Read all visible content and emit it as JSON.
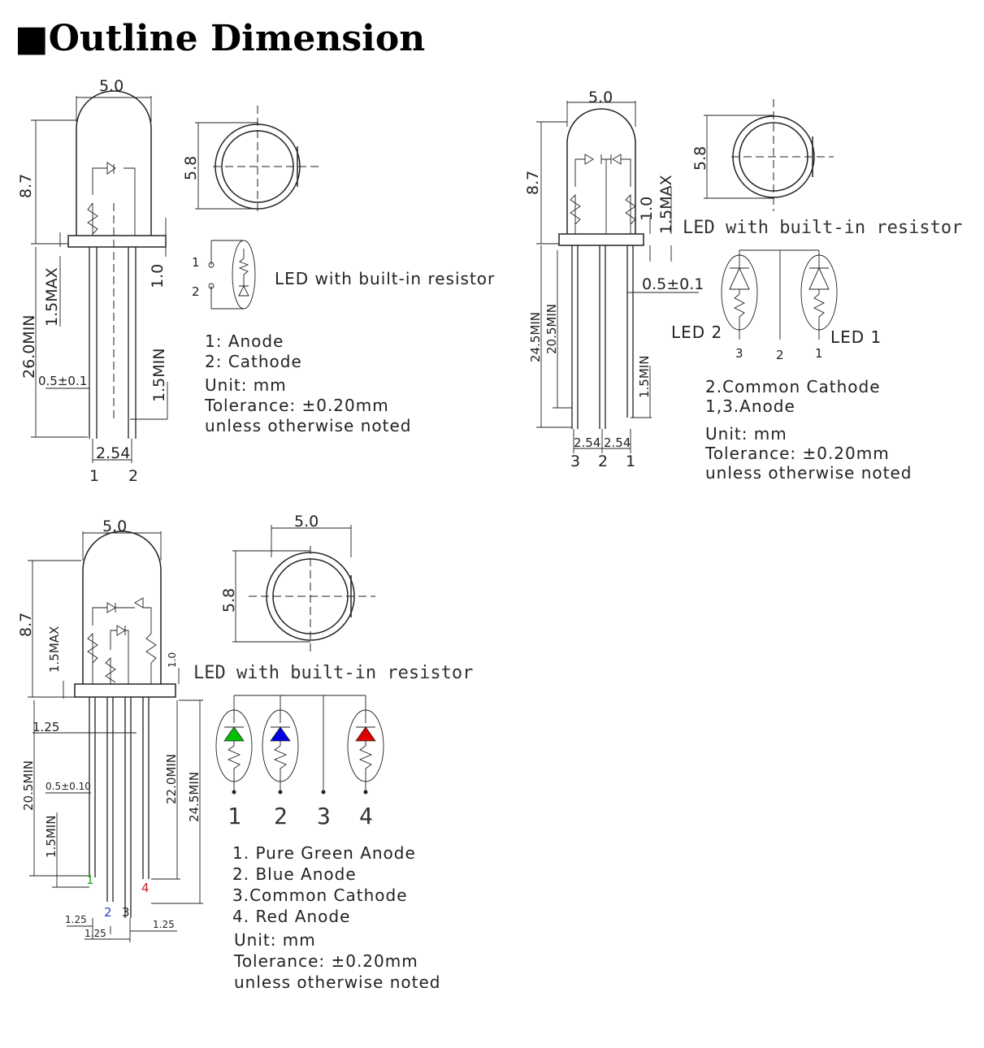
{
  "title": "■Outline Dimension",
  "common_dims": {
    "width": "5.0",
    "height": "8.7",
    "flange": "5.8",
    "one": "1.0",
    "max": "1.5MAX",
    "lead": "0.5±0.1",
    "minlead": "1.5MIN",
    "pitch": "2.54"
  },
  "diagram1": {
    "min_len": "26.0MIN",
    "pins": [
      "1",
      "2"
    ],
    "schematic_pins": [
      "1",
      "2"
    ],
    "label": "LED with built-in resistor",
    "legend": [
      "1: Anode",
      "2: Cathode"
    ],
    "unit": "Unit: mm",
    "tolerance": "Tolerance: ±0.20mm",
    "noted": "unless  otherwise  noted"
  },
  "diagram2": {
    "len_a": "24.5MIN",
    "len_b": "20.5MIN",
    "pins": [
      "3",
      "2",
      "1"
    ],
    "label": "LED with built-in resistor",
    "led2": "LED 2",
    "led1": "LED 1",
    "sch_pins": [
      "3",
      "2",
      "1"
    ],
    "legend": [
      "2.Common  Cathode",
      "1,3.Anode"
    ],
    "unit": "Unit: mm",
    "tolerance": "Tolerance: ±0.20mm",
    "noted": "unless  otherwise  noted"
  },
  "diagram3": {
    "offset": "1.25",
    "lead": "0.5±0.10",
    "len_a": "20.5MIN",
    "len_b": "22.0MIN",
    "len_c": "24.5MIN",
    "pins": [
      "1",
      "2",
      "3",
      "4"
    ],
    "pitches": [
      "1.25",
      "1.25",
      "1.25"
    ],
    "label": "LED with built-in resistor",
    "sch_pins": [
      "1",
      "2",
      "3",
      "4"
    ],
    "legend": [
      "1.  Pure  Green  Anode",
      "2.  Blue  Anode",
      "3.Common  Cathode",
      "4.  Red  Anode"
    ],
    "unit": "Unit: mm",
    "tolerance": "Tolerance: ±0.20mm",
    "noted": "unless  otherwise  noted"
  },
  "colors": {
    "green": "#00c000",
    "blue": "#0000e0",
    "red": "#e00000",
    "pin_green": "#1ca01c",
    "pin_blue": "#2a3fd0",
    "pin_red": "#d02020"
  }
}
